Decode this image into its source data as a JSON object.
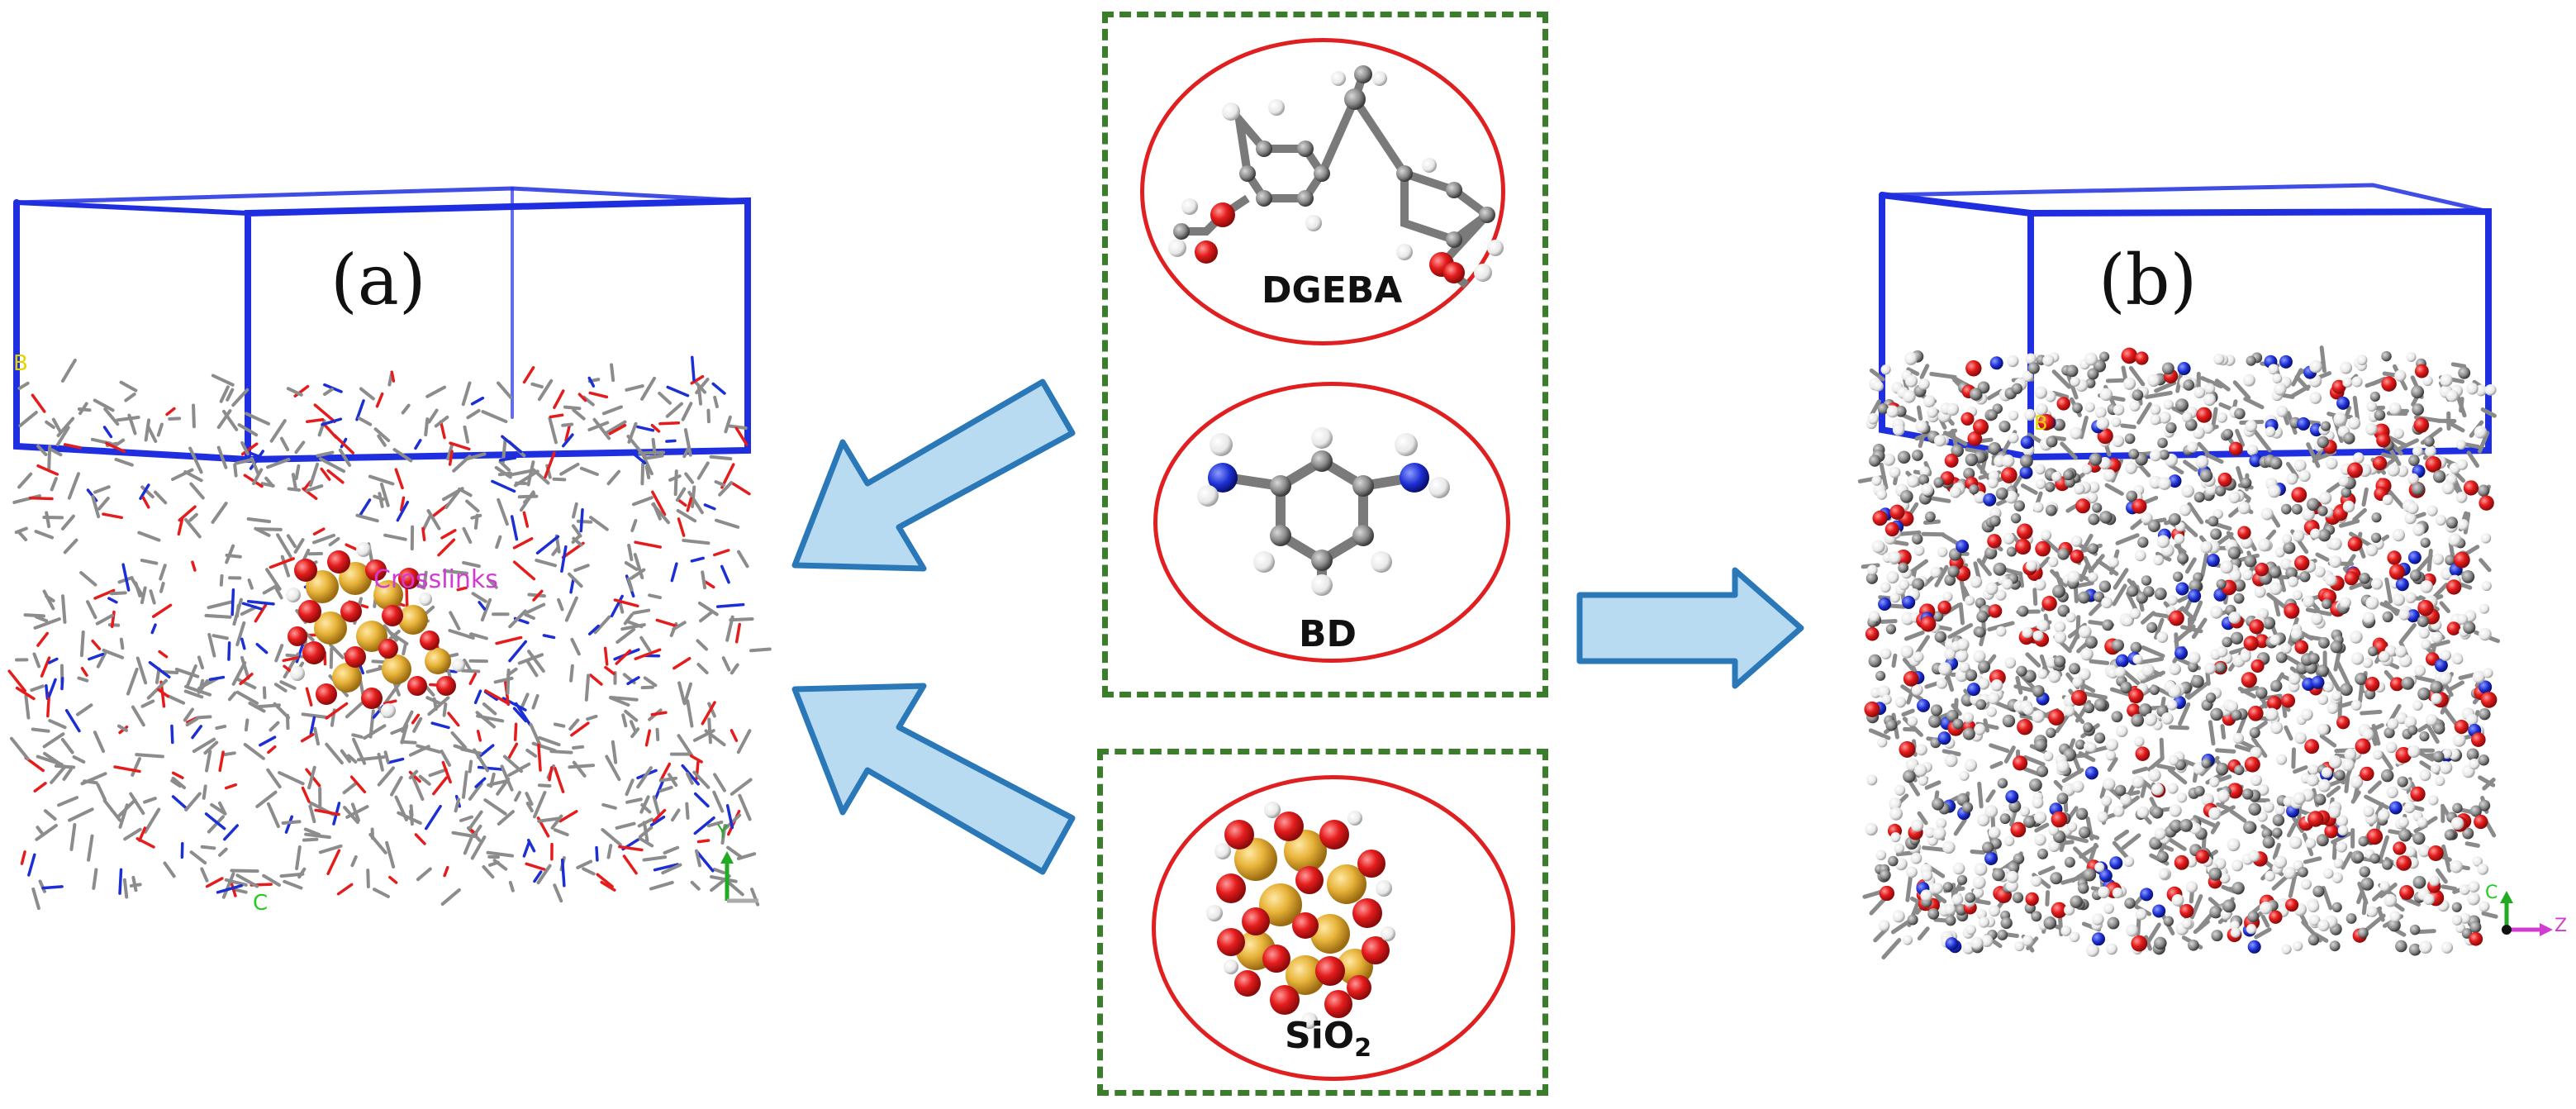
{
  "panels": {
    "left_label": "(a)",
    "right_label": "(b)"
  },
  "molecules": {
    "dgeba": "DGEBA",
    "bd": "BD",
    "sio2_base": "SiO",
    "sio2_sub": "2"
  },
  "box_a": {
    "axis_label_b": "B",
    "axis_label_c": "C",
    "axis_label_y": "Y",
    "annotation": "Crosslinks"
  },
  "box_b": {
    "axis_label_b": "B",
    "axis_label_c": "C",
    "axis_label_z": "Z"
  },
  "colors": {
    "box_edge": "#1f2fe0",
    "arrow_fill": "#b9dbf1",
    "arrow_stroke": "#2a78b8",
    "dash_green": "#3a7d2a",
    "ellipse_red": "#e02020",
    "oxygen": "#e51c1c",
    "nitrogen": "#1c2fd4",
    "carbon": "#8a8a8a",
    "hydrogen": "#f4f4f4",
    "silicon": "#e8b43a",
    "crosslink_magenta": "#d23bd2"
  }
}
